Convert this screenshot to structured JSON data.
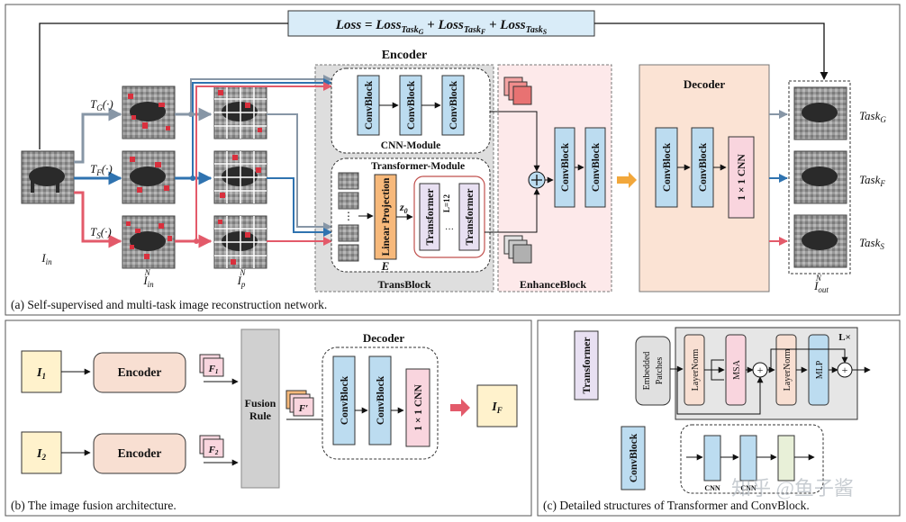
{
  "loss": {
    "prefix": "Loss = Loss",
    "g": "Task",
    "g_sub": "G",
    "plus": " + Loss",
    "f": "Task",
    "f_sub": "F",
    "s": "Task",
    "s_sub": "S"
  },
  "panel_a": {
    "caption": "(a)  Self-supervised and multi-task image reconstruction network.",
    "i_in": "I",
    "i_in_sub": "in",
    "i_in_n": "I",
    "i_in_n_sub": "in",
    "i_in_n_sup": "N",
    "i_p_n": "I",
    "i_p_n_sub": "p",
    "i_p_n_sup": "N",
    "i_out_n": "I",
    "i_out_n_sub": "out",
    "i_out_n_sup": "N",
    "tg": "T",
    "tg_sub": "G",
    "tf": "T",
    "tf_sub": "F",
    "ts": "T",
    "ts_sub": "S",
    "func_arg": "(·)",
    "encoder_title": "Encoder",
    "cnn_module": "CNN-Module",
    "convblock": "ConvBlock",
    "transformer_module": "Transformer-Module",
    "linear_projection": "Linear Projection",
    "e_label": "E",
    "z0": "z",
    "z0_sub": "0",
    "transformer": "Transformer",
    "l12": "L=12",
    "dots": "···",
    "vdots": "⋮",
    "transblock": "TransBlock",
    "enhanceblock": "EnhanceBlock",
    "decoder_title": "Decoder",
    "cnn1x1": "1 × 1 CNN",
    "task": "Task",
    "task_g_sub": "G",
    "task_f_sub": "F",
    "task_s_sub": "S"
  },
  "panel_b": {
    "caption": "(b)  The image fusion architecture.",
    "i1": "I",
    "i1_sub": "1",
    "i2": "I",
    "i2_sub": "2",
    "encoder": "Encoder",
    "f1": "F",
    "f1_sub": "1",
    "f2": "F",
    "f2_sub": "2",
    "fusion": "Fusion",
    "rule": "Rule",
    "fprime": "F′",
    "decoder_title": "Decoder",
    "convblock": "ConvBlock",
    "cnn1x1": "1 × 1 CNN",
    "if": "I",
    "if_sub": "F"
  },
  "panel_c": {
    "caption": "(c)  Detailed structures of Transformer and ConvBlock.",
    "transformer": "Transformer",
    "embedded1": "Embedded",
    "embedded2": "Patches",
    "layernorm": "LayerNorm",
    "msa": "MSA",
    "mlp": "MLP",
    "lx": "L×",
    "plus": "+",
    "convblock": "ConvBlock",
    "cnn": "CNN",
    "watermark": "知乎 @鱼子酱"
  },
  "colors": {
    "blue_block": "#bcdcf0",
    "peach_block": "#f8dfd2",
    "pink_block": "#f9d5de",
    "yellow_block": "#fff2cc",
    "lavender_block": "#e8e0f2",
    "loss_box": "#d9ecf8",
    "enhance_bg": "#fde9ea",
    "decoder_bg": "#fbe3d4",
    "transblock_bg": "#dedede",
    "fusion_bg": "#d0d0d0",
    "arrow_gray": "#8796a6",
    "arrow_blue": "#2f73b0",
    "arrow_red": "#e35a6a",
    "arrow_orange": "#f2a73b"
  }
}
